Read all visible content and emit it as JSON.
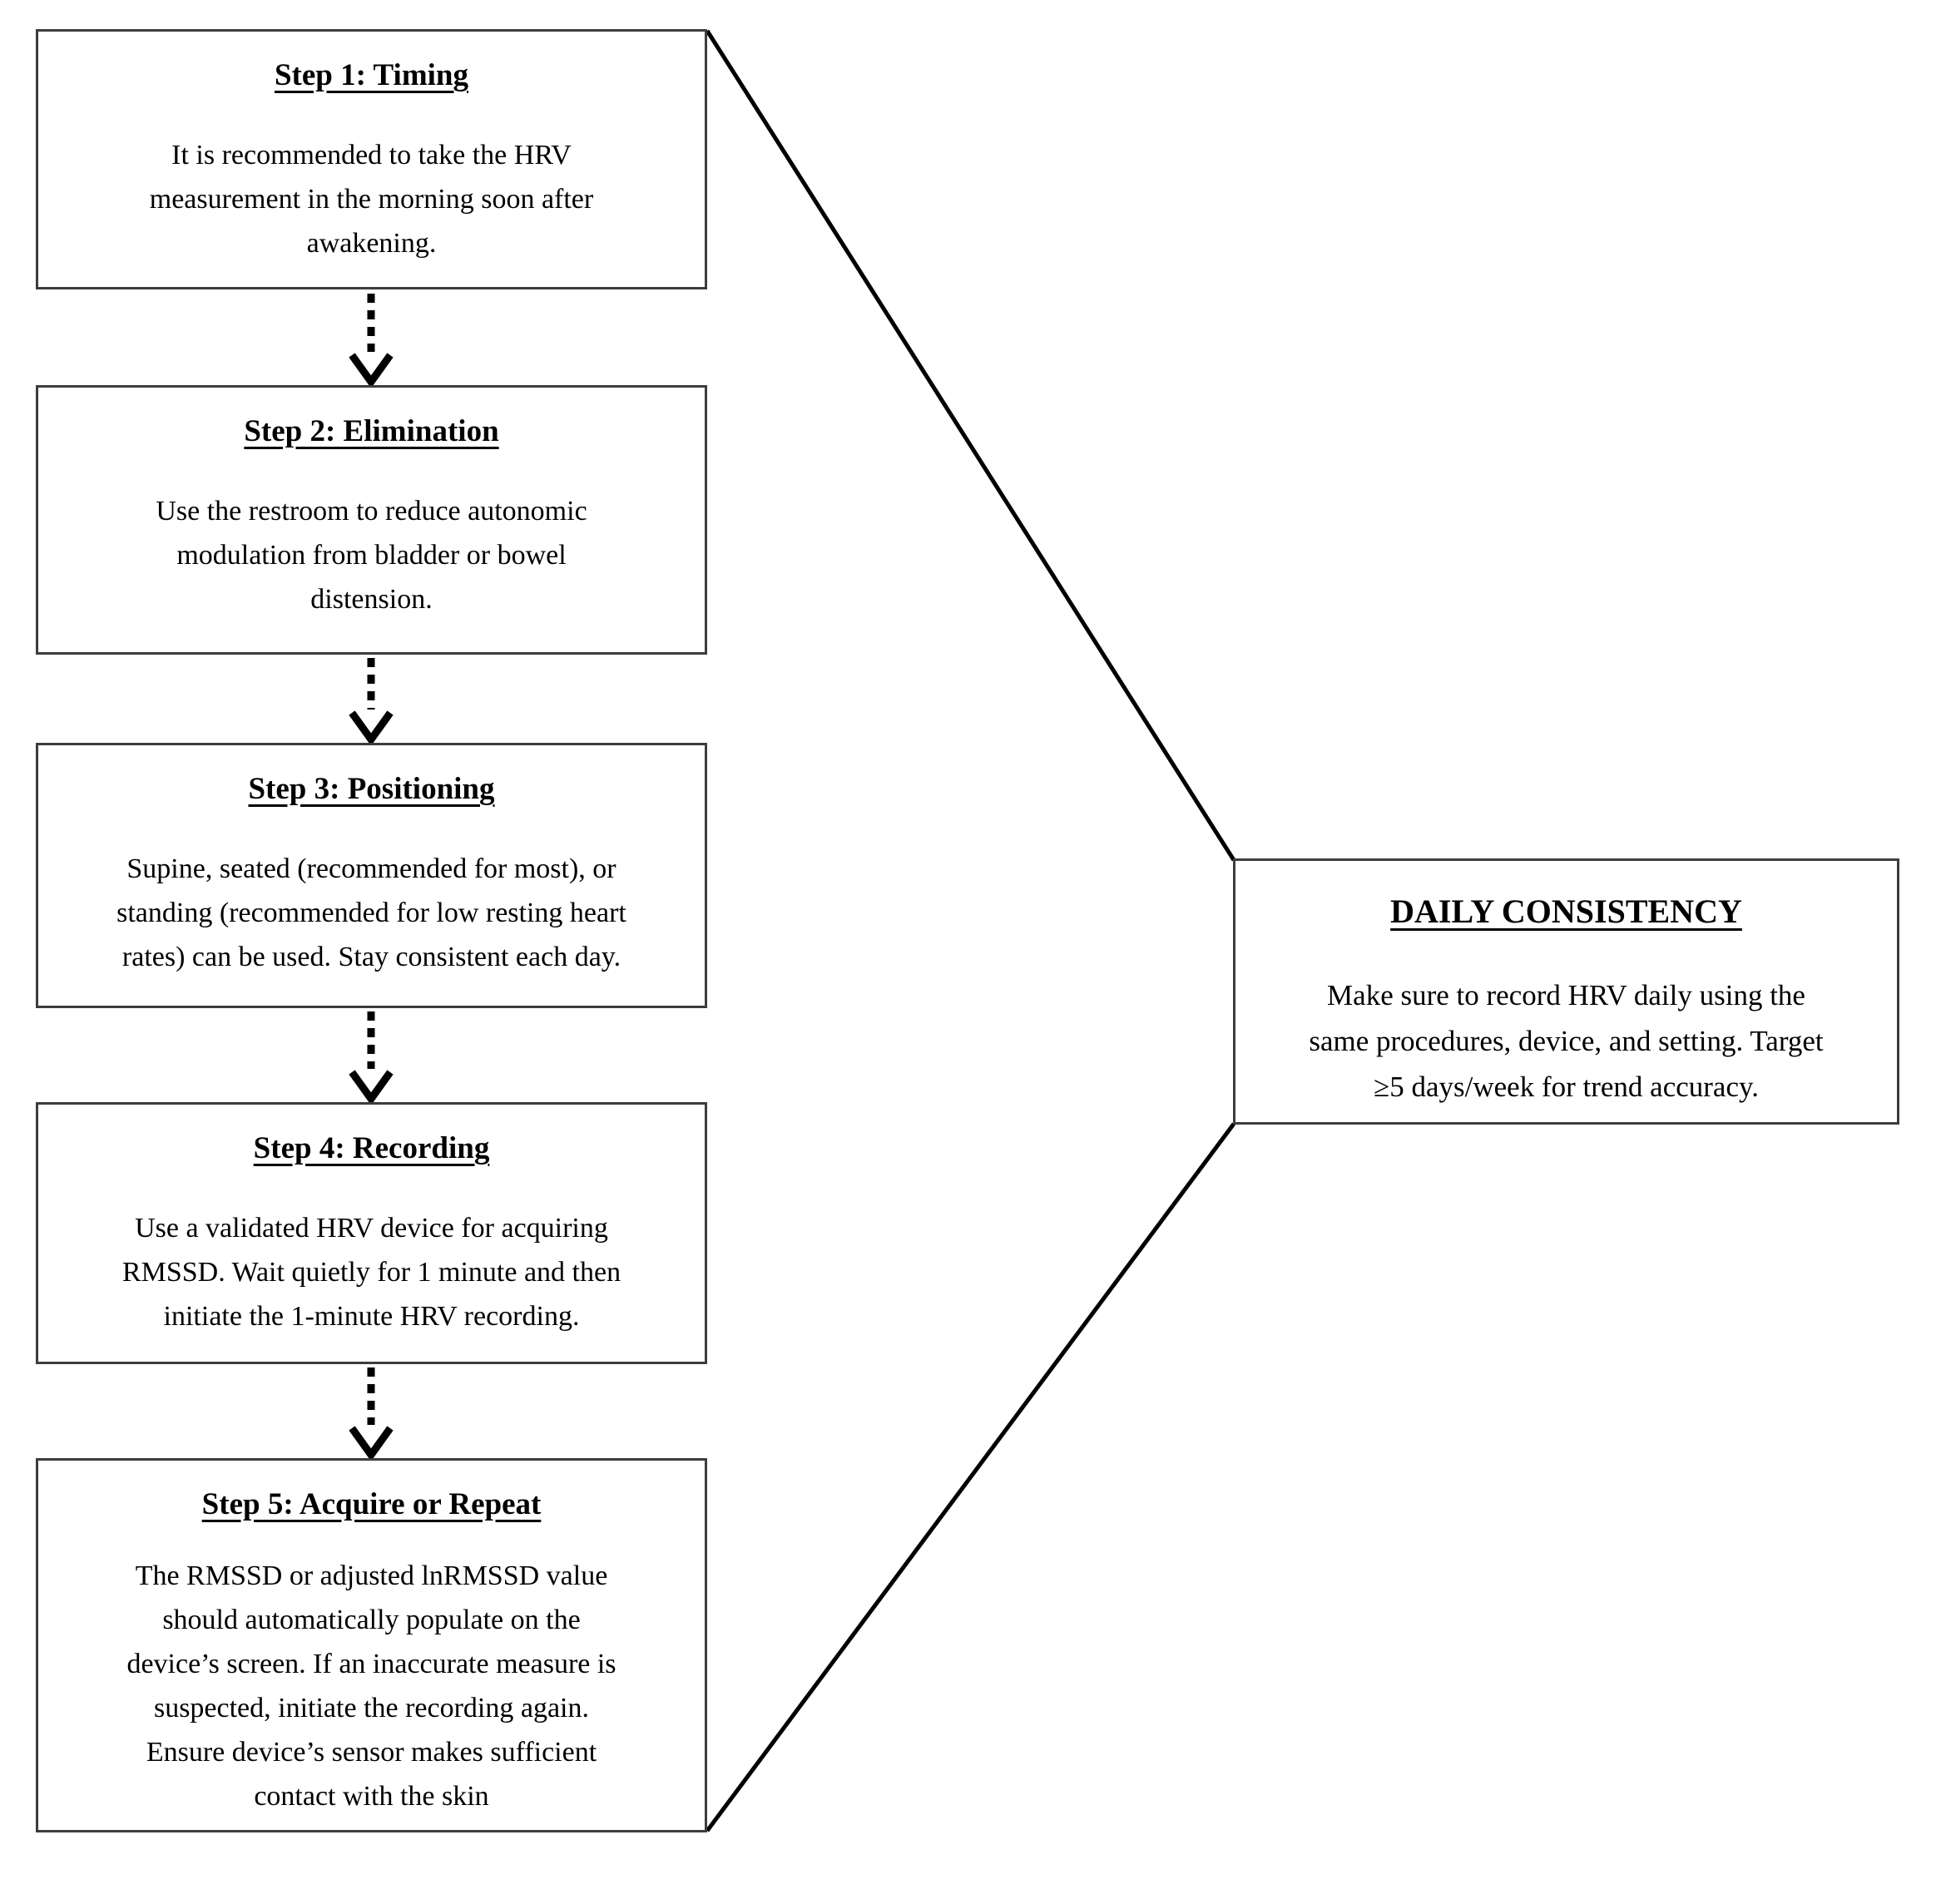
{
  "diagram": {
    "title_meaning": "HRV daily measurement procedure flowchart",
    "colors": {
      "bg": "#ffffff",
      "border": "#3d3d3d",
      "line": "#000000",
      "text": "#000000"
    },
    "icons": {
      "flow_arrow": "dashed-down-arrow"
    },
    "steps": [
      {
        "title": "Step 1: Timing",
        "body": [
          "It is recommended to take the HRV",
          "measurement in the morning soon after",
          "awakening."
        ]
      },
      {
        "title": "Step 2: Elimination",
        "body": [
          "Use the restroom to reduce autonomic",
          "modulation from bladder or bowel",
          "distension."
        ]
      },
      {
        "title": "Step 3: Positioning",
        "body": [
          "Supine, seated (recommended for most), or",
          "standing (recommended for low resting heart",
          "rates) can be used. Stay consistent each day."
        ]
      },
      {
        "title": "Step 4: Recording",
        "body": [
          "Use a validated HRV device for acquiring",
          "RMSSD. Wait quietly for 1 minute and then",
          "initiate the 1-minute HRV recording."
        ]
      },
      {
        "title": "Step 5: Acquire or Repeat",
        "body": [
          "The RMSSD or adjusted lnRMSSD value",
          "should automatically populate on the",
          "device’s screen. If an inaccurate measure is",
          "suspected, initiate the recording again.",
          "Ensure device’s sensor makes sufficient",
          "contact with the skin"
        ]
      }
    ],
    "side_box": {
      "title": "DAILY CONSISTENCY",
      "body": [
        "Make sure to record HRV daily using the",
        "same procedures, device, and setting. Target",
        "≥5 days/week for trend accuracy."
      ]
    }
  }
}
